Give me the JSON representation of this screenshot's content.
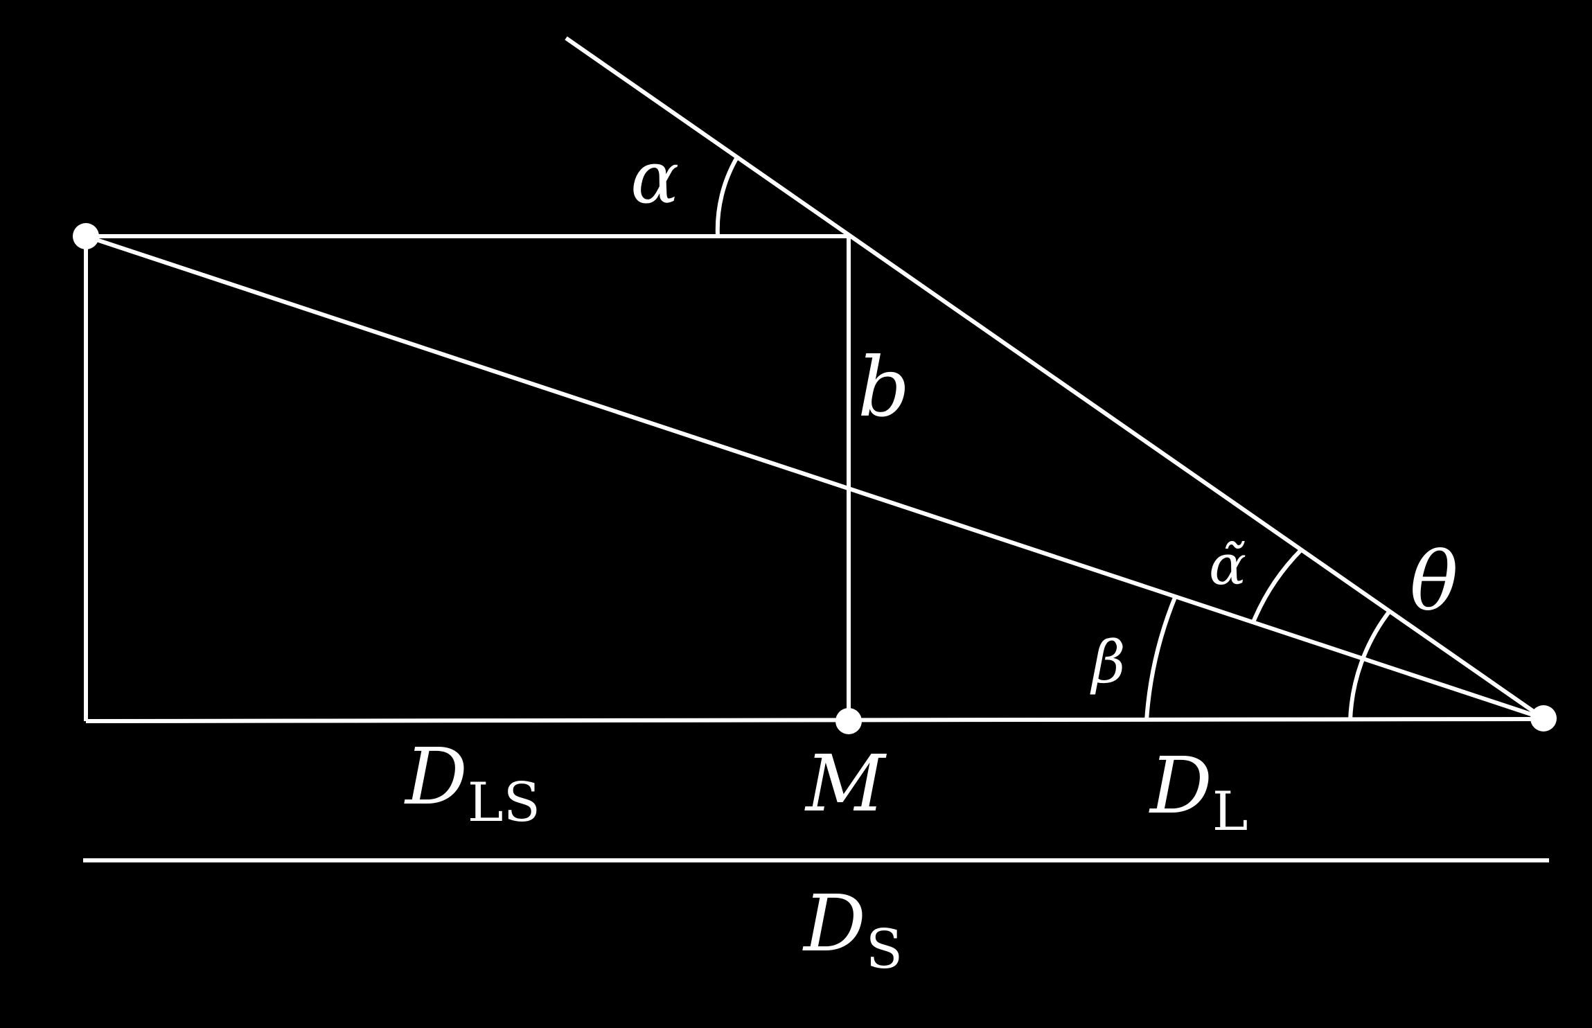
{
  "colors": {
    "background": "#000000",
    "foreground": "#ffffff"
  },
  "labels": {
    "alpha": "α",
    "alpha_tilde": "α̃",
    "beta": "β",
    "theta": "θ",
    "b": "b",
    "M": "M",
    "D_LS_main": "D",
    "D_LS_sub": "LS",
    "D_L_main": "D",
    "D_L_sub": "L",
    "D_S_main": "D",
    "D_S_sub": "S"
  }
}
